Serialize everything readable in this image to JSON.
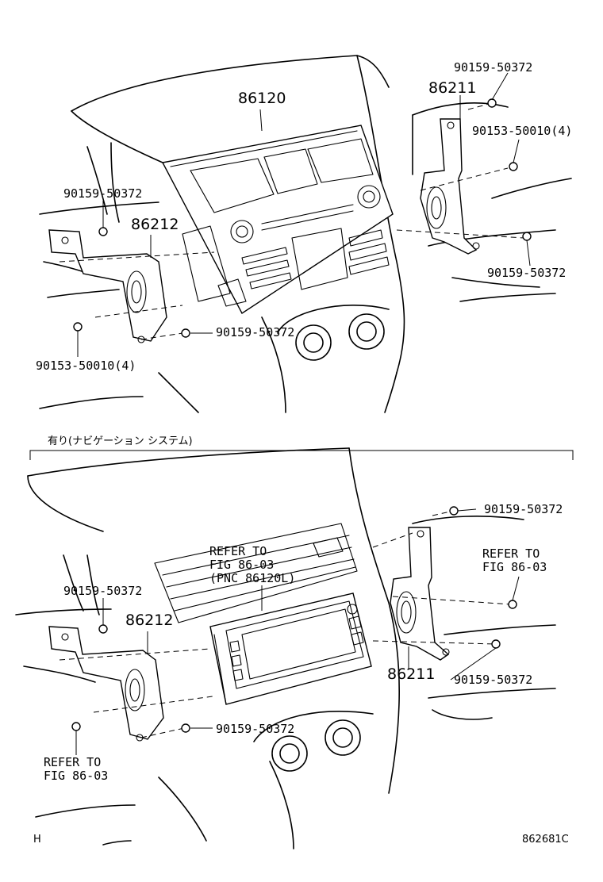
{
  "top_section": {
    "labels": {
      "p86120": "86120",
      "p86211": "86211",
      "p86212": "86212",
      "screw_tr": "90159-50372",
      "bolt_tr": "90153-50010(4)",
      "screw_l": "90159-50372",
      "screw_r": "90159-50372",
      "screw_bottom": "90159-50372",
      "bolt_bl": "90153-50010(4)"
    }
  },
  "section_header": "有り(ナビゲーション システム)",
  "bottom_section": {
    "labels": {
      "refer_center": "REFER TO\nFIG 86-03\n(PNC 86120L)",
      "screw_tr": "90159-50372",
      "refer_right": "REFER TO\nFIG 86-03",
      "screw_l": "90159-50372",
      "p86212": "86212",
      "p86211": "86211",
      "screw_r": "90159-50372",
      "screw_bottom": "90159-50372",
      "refer_left": "REFER TO\nFIG 86-03"
    }
  },
  "footer": {
    "left": "H",
    "right": "862681C"
  }
}
